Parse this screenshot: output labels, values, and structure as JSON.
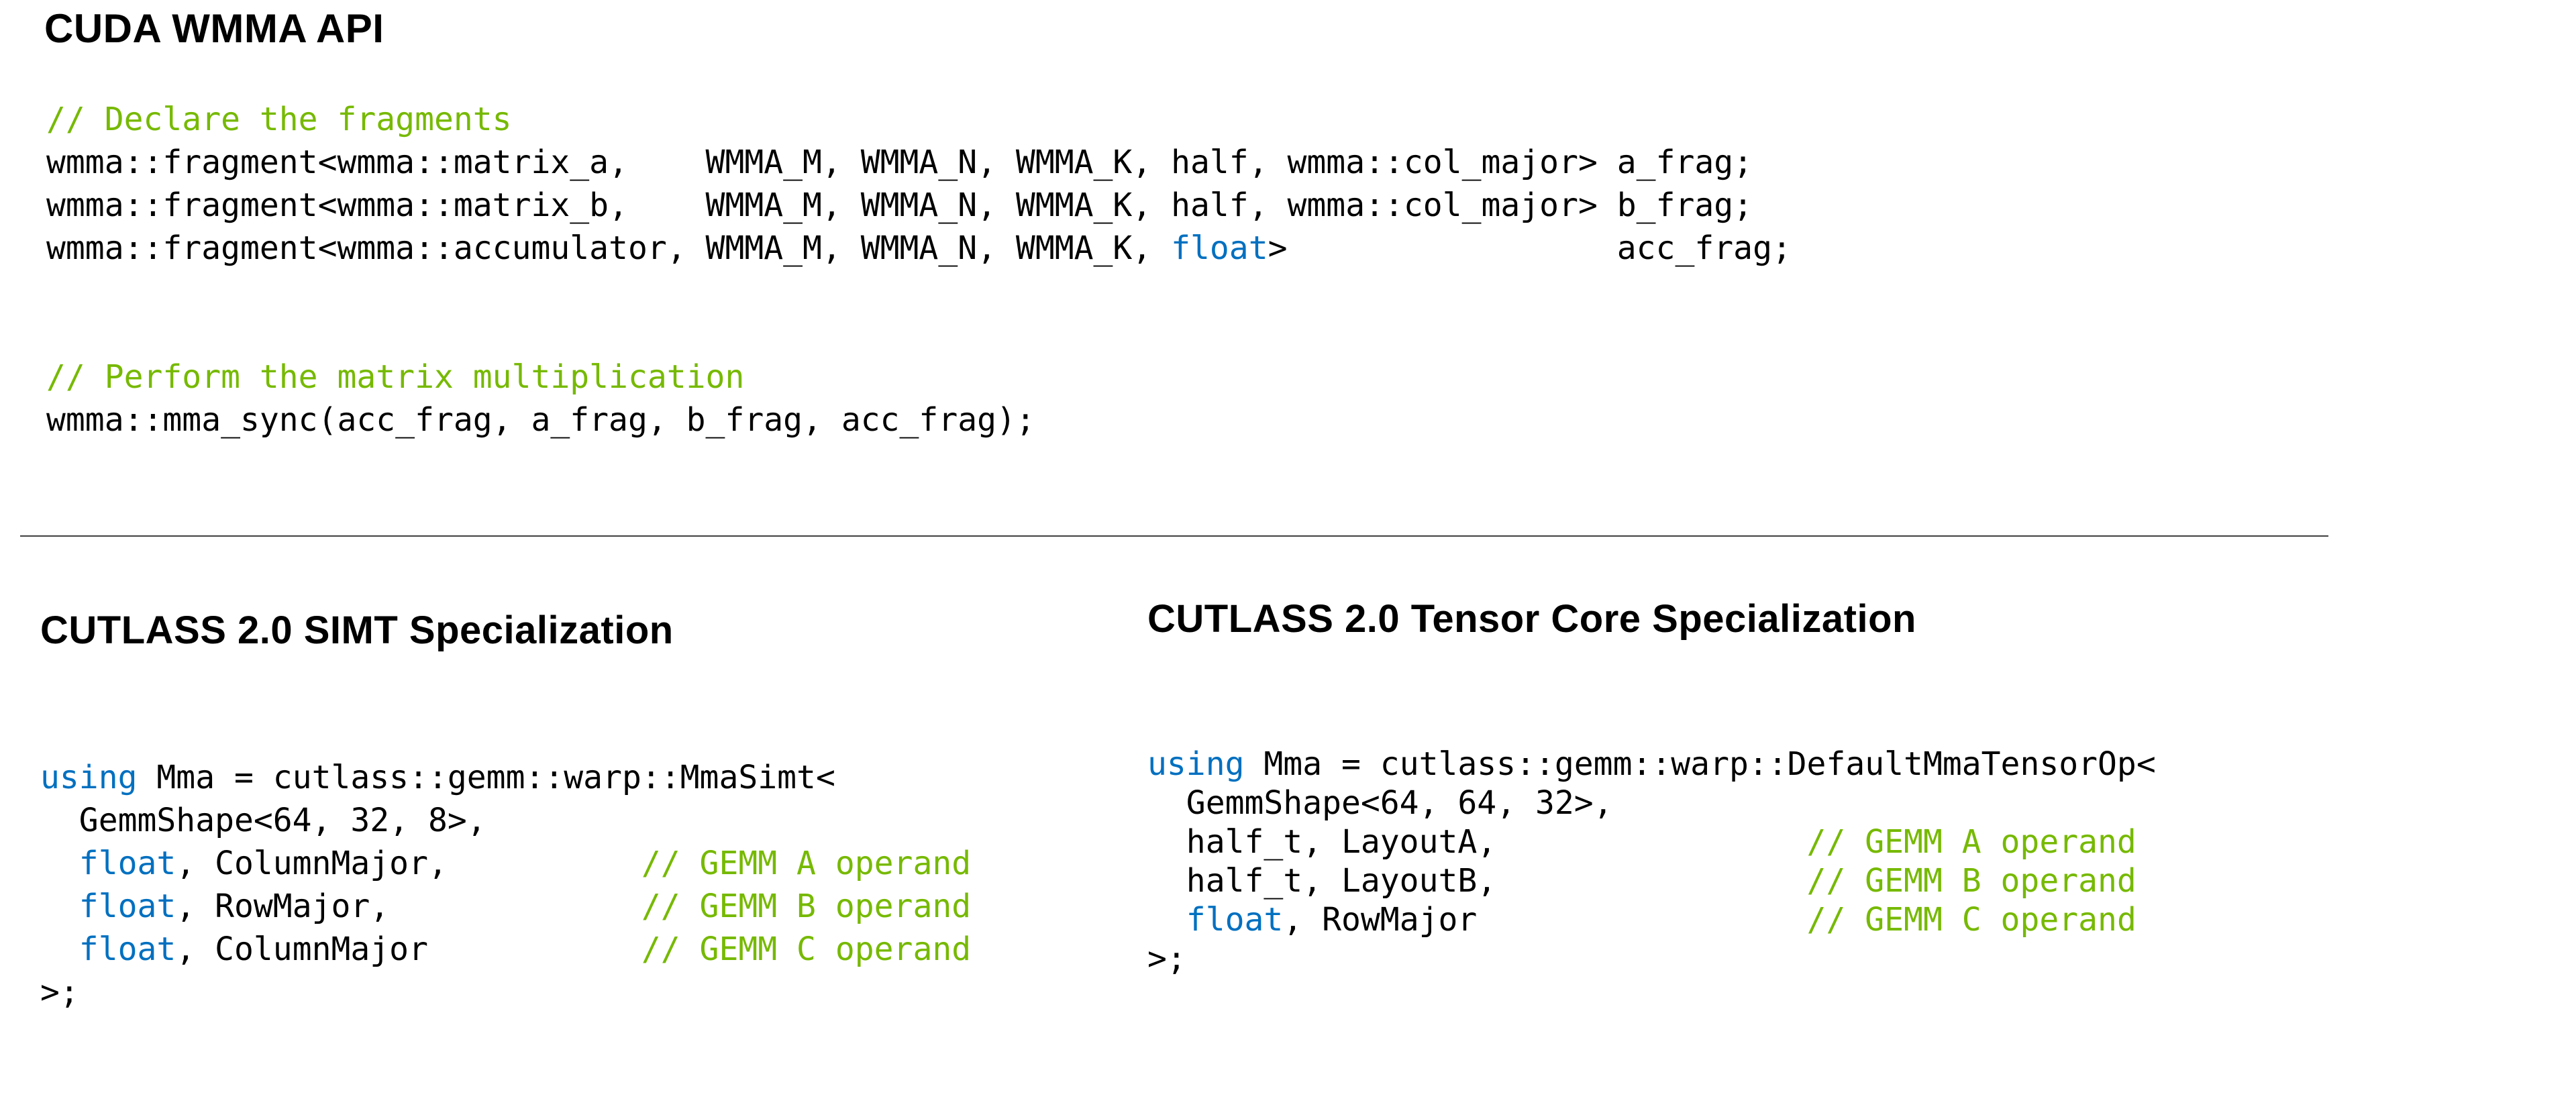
{
  "title": "CUDA WMMA API",
  "colors": {
    "background": "#ffffff",
    "text": "#000000",
    "heading": "#000000",
    "comment": "#76b900",
    "keyword": "#0070c0",
    "divider": "#404040"
  },
  "code_blocks": {
    "declare": {
      "lines": [
        [
          [
            "c",
            "// Declare the fragments"
          ]
        ],
        [
          [
            "p",
            "wmma::fragment<wmma::matrix_a,    WMMA_M, WMMA_N, WMMA_K, half, wmma::col_major> a_frag;"
          ]
        ],
        [
          [
            "p",
            "wmma::fragment<wmma::matrix_b,    WMMA_M, WMMA_N, WMMA_K, half, wmma::col_major> b_frag;"
          ]
        ],
        [
          [
            "p",
            "wmma::fragment<wmma::accumulator, WMMA_M, WMMA_N, WMMA_K, "
          ],
          [
            "k",
            "float"
          ],
          [
            "p",
            ">                 acc_frag;"
          ]
        ]
      ]
    },
    "multiply": {
      "lines": [
        [
          [
            "c",
            "// Perform the matrix multiplication"
          ]
        ],
        [
          [
            "p",
            "wmma::mma_sync(acc_frag, a_frag, b_frag, acc_frag);"
          ]
        ]
      ]
    }
  },
  "sections": {
    "simt": {
      "heading": "CUTLASS 2.0 SIMT Specialization",
      "code": {
        "lines": [
          [
            [
              "k",
              "using"
            ],
            [
              "p",
              " Mma = cutlass::gemm::warp::MmaSimt<"
            ]
          ],
          [
            [
              "p",
              "  GemmShape<64, 32, 8>,"
            ]
          ],
          [
            [
              "p",
              "  "
            ],
            [
              "k",
              "float"
            ],
            [
              "p",
              ", ColumnMajor,          "
            ],
            [
              "c",
              "// GEMM A operand"
            ]
          ],
          [
            [
              "p",
              "  "
            ],
            [
              "k",
              "float"
            ],
            [
              "p",
              ", RowMajor,             "
            ],
            [
              "c",
              "// GEMM B operand"
            ]
          ],
          [
            [
              "p",
              "  "
            ],
            [
              "k",
              "float"
            ],
            [
              "p",
              ", ColumnMajor           "
            ],
            [
              "c",
              "// GEMM C operand"
            ]
          ],
          [
            [
              "p",
              ">;"
            ]
          ]
        ]
      }
    },
    "tensor": {
      "heading": "CUTLASS 2.0 Tensor Core Specialization",
      "code": {
        "lines": [
          [
            [
              "k",
              "using"
            ],
            [
              "p",
              " Mma = cutlass::gemm::warp::DefaultMmaTensorOp<"
            ]
          ],
          [
            [
              "p",
              "  GemmShape<64, 64, 32>,"
            ]
          ],
          [
            [
              "p",
              "  half_t, LayoutA,                "
            ],
            [
              "c",
              "// GEMM A operand"
            ]
          ],
          [
            [
              "p",
              "  half_t, LayoutB,                "
            ],
            [
              "c",
              "// GEMM B operand"
            ]
          ],
          [
            [
              "p",
              "  "
            ],
            [
              "k",
              "float"
            ],
            [
              "p",
              ", RowMajor                 "
            ],
            [
              "c",
              "// GEMM C operand"
            ]
          ],
          [
            [
              "p",
              ">;"
            ]
          ]
        ]
      }
    }
  }
}
